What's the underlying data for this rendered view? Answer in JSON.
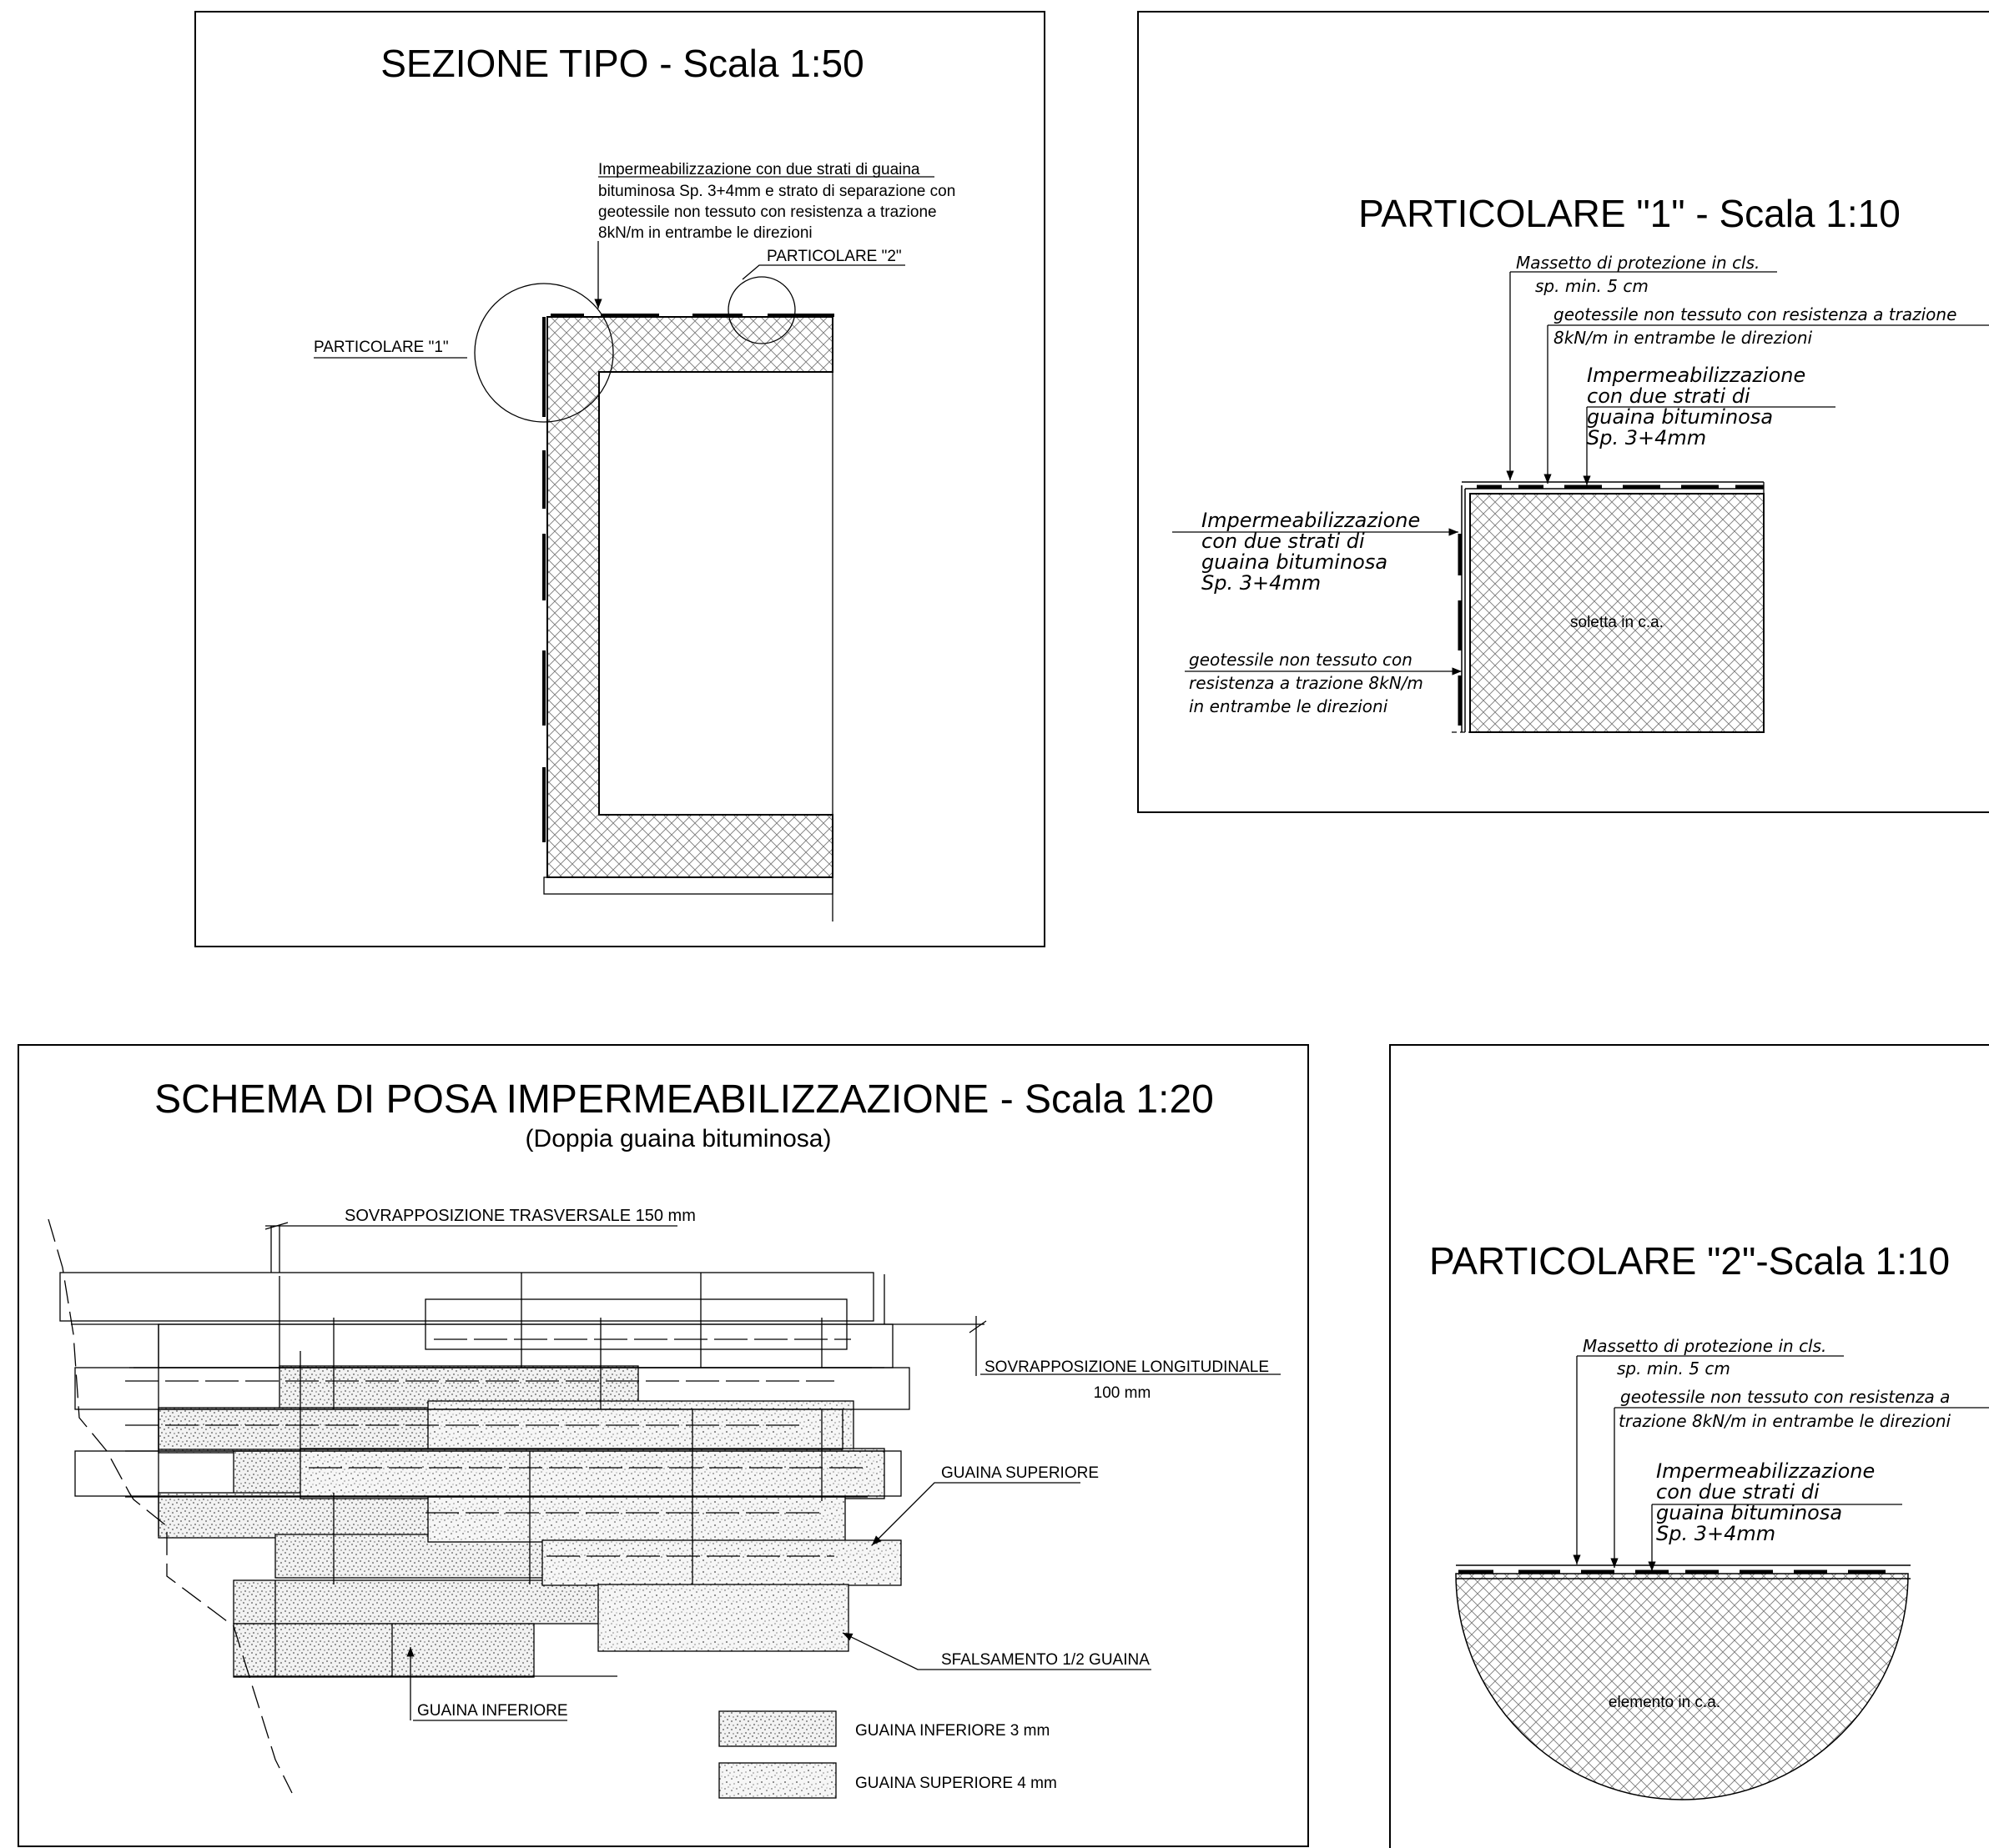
{
  "sezione_tipo": {
    "title": "SEZIONE TIPO - Scala 1:50",
    "note": [
      "Impermeabilizzazione con due strati di guaina",
      "bituminosa Sp. 3+4mm e strato di separazione con",
      "geotessile non tessuto con resistenza a trazione",
      "8kN/m in entrambe le direzioni"
    ],
    "callout_1": "PARTICOLARE \"1\"",
    "callout_2": "PARTICOLARE \"2\""
  },
  "particolare_1": {
    "title": "PARTICOLARE \"1\" - Scala 1:10",
    "massetto": [
      "Massetto di protezione in cls.",
      "sp. min. 5 cm"
    ],
    "geotessile_top": [
      "geotessile non tessuto con resistenza a trazione",
      "8kN/m in entrambe le direzioni"
    ],
    "imperm_top": [
      "Impermeabilizzazione",
      "con due strati di",
      "guaina bituminosa",
      "Sp. 3+4mm"
    ],
    "imperm_left": [
      "Impermeabilizzazione",
      "con due strati di",
      "guaina bituminosa",
      "Sp. 3+4mm"
    ],
    "geotessile_left": [
      "geotessile non tessuto con",
      "resistenza a trazione 8kN/m",
      "in entrambe le direzioni"
    ],
    "soletta": "soletta in c.a."
  },
  "schema_posa": {
    "title": "SCHEMA DI POSA IMPERMEABILIZZAZIONE - Scala 1:20",
    "subtitle": "(Doppia guaina bituminosa)",
    "sovr_trasv": "SOVRAPPOSIZIONE TRASVERSALE  150 mm",
    "sovr_long": "SOVRAPPOSIZIONE LONGITUDINALE",
    "sovr_long_val": "100 mm",
    "guaina_sup": "GUAINA SUPERIORE",
    "sfalsamento": "SFALSAMENTO 1/2 GUAINA",
    "guaina_inf": "GUAINA INFERIORE",
    "legend": [
      "GUAINA INFERIORE 3 mm",
      "GUAINA SUPERIORE 4 mm"
    ]
  },
  "particolare_2": {
    "title": "PARTICOLARE \"2\"-Scala 1:10",
    "massetto": [
      "Massetto di protezione in cls.",
      "sp. min. 5 cm"
    ],
    "geotessile": [
      "geotessile non tessuto con resistenza a",
      "trazione 8kN/m in entrambe le direzioni"
    ],
    "imperm": [
      "Impermeabilizzazione",
      "con due strati di",
      "guaina bituminosa",
      "Sp. 3+4mm"
    ],
    "elemento": "elemento in c.a."
  }
}
